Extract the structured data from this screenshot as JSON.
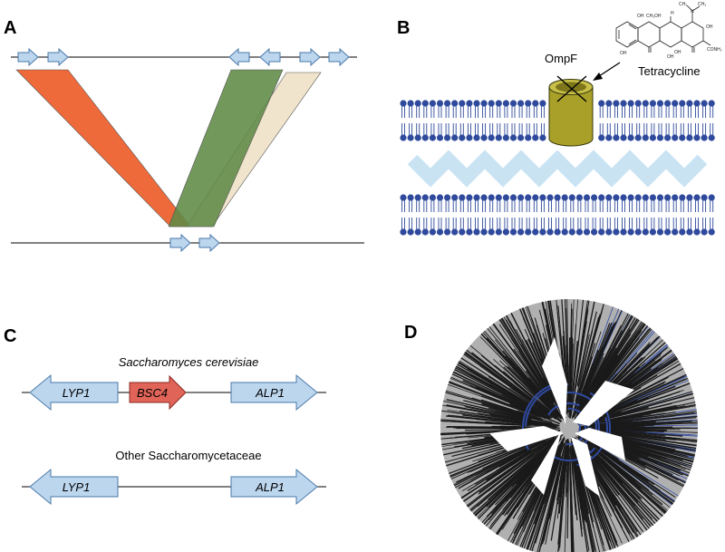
{
  "panels": {
    "a": {
      "letter": "A"
    },
    "b": {
      "letter": "B",
      "porin_label": "OmpF",
      "drug_label": "Tetracycline",
      "structure_labels": {
        "oh1": "OH",
        "ch3": "CH₃",
        "oh2": "OH",
        "h": "H",
        "n": "N",
        "nme_a": "CH₃",
        "nme_b": "CH₃",
        "oh3": "OH",
        "oh4": "OH",
        "oh5": "OH",
        "oh6": "OH",
        "conh2": "CONH₂"
      }
    },
    "c": {
      "letter": "C",
      "top_species": "Saccharomyces cerevisiae",
      "bottom_species": "Other Saccharomycetaceae",
      "gene_lyp1": "LYP1",
      "gene_bsc4": "BSC4",
      "gene_alp1": "ALP1"
    },
    "d": {
      "letter": "D"
    }
  },
  "colors": {
    "gene_fill": "#bcd6ee",
    "gene_stroke": "#4a78a8",
    "bsc4_fill": "#e06458",
    "bsc4_stroke": "#8a2a22",
    "orange_band": "#ef6a3a",
    "green_band": "#5f8a45",
    "beige_band": "#efe2c8",
    "membrane_blue": "#2f4a9c",
    "zigzag_blue": "#c9e3f3",
    "porin": "#a8a028",
    "tree_bg": "#b0b0b0",
    "tree_branch": "#1a1a1a",
    "tree_highlight": "#2f4aa0"
  }
}
